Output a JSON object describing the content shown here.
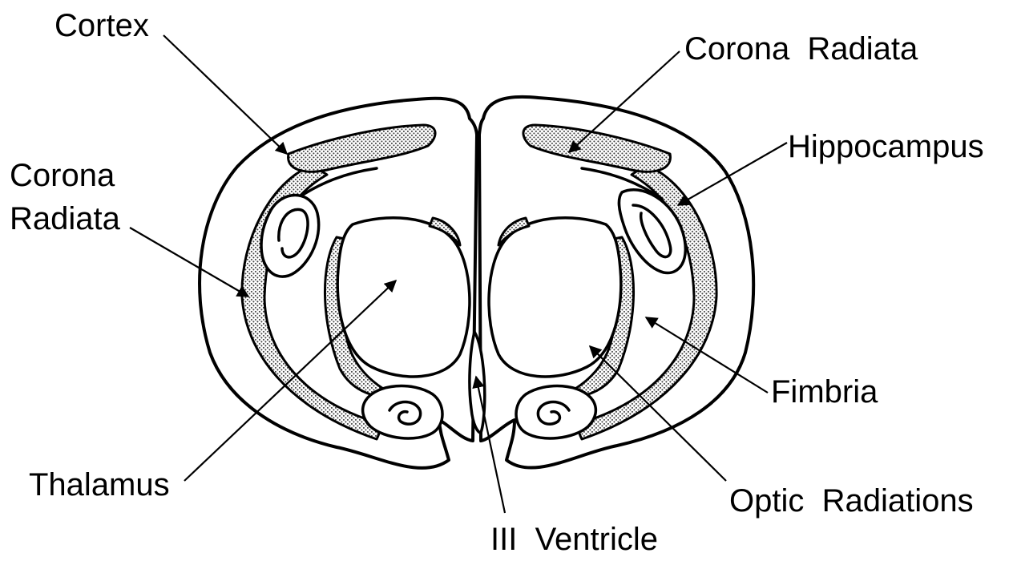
{
  "labels": {
    "cortex": "Cortex",
    "corona_radiata_right": "Corona  Radiata",
    "hippocampus": "Hippocampus",
    "corona_radiata_left_line1": "Corona",
    "corona_radiata_left_line2": "Radiata",
    "fimbria": "Fimbria",
    "thalamus": "Thalamus",
    "optic_radiations": "Optic  Radiations",
    "third_ventricle": "III  Ventricle"
  }
}
